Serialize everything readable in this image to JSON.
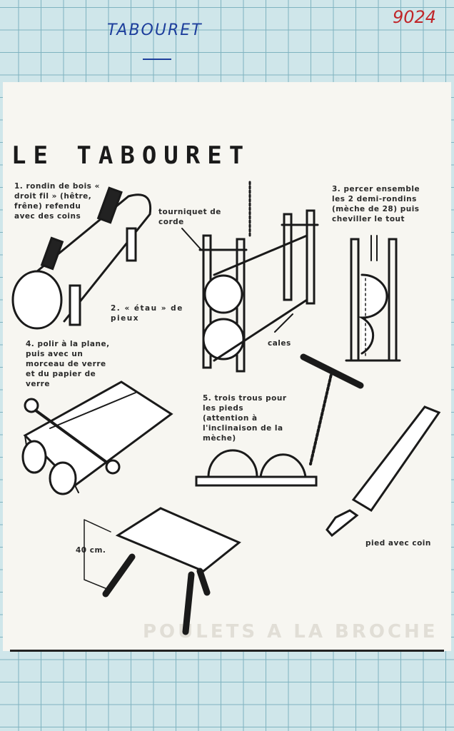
{
  "annotations": {
    "handwritten_title": "TABOURET",
    "page_number": "9024"
  },
  "heading": "LE TABOURET",
  "captions": {
    "step1": "1. rondin de bois « droit fil » (hêtre, frêne) refendu avec des coins",
    "tourniquet": "tourniquet de corde",
    "step2": "2. « étau » de pieux",
    "cales": "cales",
    "step3": "3. percer ensemble les 2 demi-rondins (mèche de 28) puis cheviller le tout",
    "step4": "4. polir à la plane, puis avec un morceau de verre et du papier de verre",
    "step5": "5. trois trous pour les pieds (attention à l'inclinaison de la mèche)",
    "height": "40 cm.",
    "foot": "pied avec coin"
  },
  "show_through_text": "POULETS A LA BROCHE"
}
